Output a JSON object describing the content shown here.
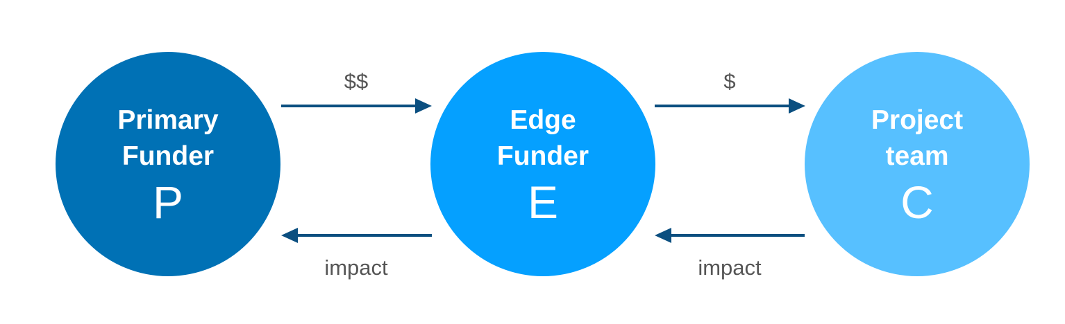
{
  "colors": {
    "primary_funder": "#0071b5",
    "edge_funder": "#05a0ff",
    "project_team": "#57c0ff",
    "arrow": "#0b4f80",
    "label_text": "#555555"
  },
  "nodes": {
    "primary_funder": {
      "name": "Primary\nFunder",
      "letter": "P"
    },
    "edge_funder": {
      "name": "Edge\nFunder",
      "letter": "E"
    },
    "project_team": {
      "name": "Project\nteam",
      "letter": "C"
    }
  },
  "edges": {
    "p_to_e": {
      "label": "$$"
    },
    "e_to_c": {
      "label": "$"
    },
    "e_to_p": {
      "label": "impact"
    },
    "c_to_e": {
      "label": "impact"
    }
  }
}
